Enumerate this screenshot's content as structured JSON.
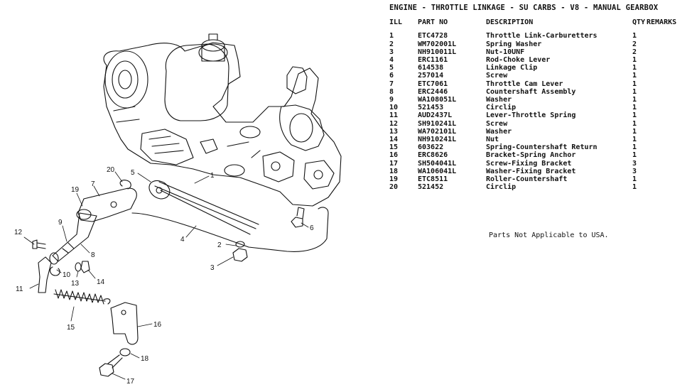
{
  "title": "ENGINE - THROTTLE LINKAGE - SU CARBS - V8 - MANUAL GEARBOX",
  "columns": {
    "ill": "ILL",
    "part_no": "PART NO",
    "description": "DESCRIPTION",
    "qty": "QTY",
    "remarks": "REMARKS"
  },
  "parts": [
    {
      "ill": "1",
      "part_no": "ETC4728",
      "description": "Throttle Link-Carburetters",
      "qty": "1"
    },
    {
      "ill": "2",
      "part_no": "WM702001L",
      "description": "Spring Washer",
      "qty": "2"
    },
    {
      "ill": "3",
      "part_no": "NH910011L",
      "description": "Nut-10UNF",
      "qty": "2"
    },
    {
      "ill": "4",
      "part_no": "ERC1161",
      "description": "Rod-Choke Lever",
      "qty": "1"
    },
    {
      "ill": "5",
      "part_no": "614538",
      "description": "Linkage Clip",
      "qty": "1"
    },
    {
      "ill": "6",
      "part_no": "257014",
      "description": "Screw",
      "qty": "1"
    },
    {
      "ill": "7",
      "part_no": "ETC7061",
      "description": "Throttle Cam Lever",
      "qty": "1"
    },
    {
      "ill": "8",
      "part_no": "ERC2446",
      "description": "Countershaft Assembly",
      "qty": "1"
    },
    {
      "ill": "9",
      "part_no": "WA108051L",
      "description": "Washer",
      "qty": "1"
    },
    {
      "ill": "10",
      "part_no": "521453",
      "description": "Circlip",
      "qty": "1"
    },
    {
      "ill": "11",
      "part_no": "AUD2437L",
      "description": "Lever-Throttle Spring",
      "qty": "1"
    },
    {
      "ill": "12",
      "part_no": "SH910241L",
      "description": "Screw",
      "qty": "1"
    },
    {
      "ill": "13",
      "part_no": "WA702101L",
      "description": "Washer",
      "qty": "1"
    },
    {
      "ill": "14",
      "part_no": "NH910241L",
      "description": "Nut",
      "qty": "1"
    },
    {
      "ill": "15",
      "part_no": "603622",
      "description": "Spring-Countershaft Return",
      "qty": "1"
    },
    {
      "ill": "16",
      "part_no": "ERC8626",
      "description": "Bracket-Spring Anchor",
      "qty": "1"
    },
    {
      "ill": "17",
      "part_no": "SH504041L",
      "description": "Screw-Fixing Bracket",
      "qty": "3"
    },
    {
      "ill": "18",
      "part_no": "WA106041L",
      "description": "Washer-Fixing Bracket",
      "qty": "3"
    },
    {
      "ill": "19",
      "part_no": "ETC8511",
      "description": "Roller-Countershaft",
      "qty": "1"
    },
    {
      "ill": "20",
      "part_no": "521452",
      "description": "Circlip",
      "qty": "1"
    }
  ],
  "note": "Parts Not Applicable to USA.",
  "callouts": [
    "1",
    "2",
    "3",
    "4",
    "5",
    "6",
    "7",
    "8",
    "9",
    "10",
    "11",
    "12",
    "13",
    "14",
    "15",
    "16",
    "17",
    "18",
    "19",
    "20"
  ]
}
